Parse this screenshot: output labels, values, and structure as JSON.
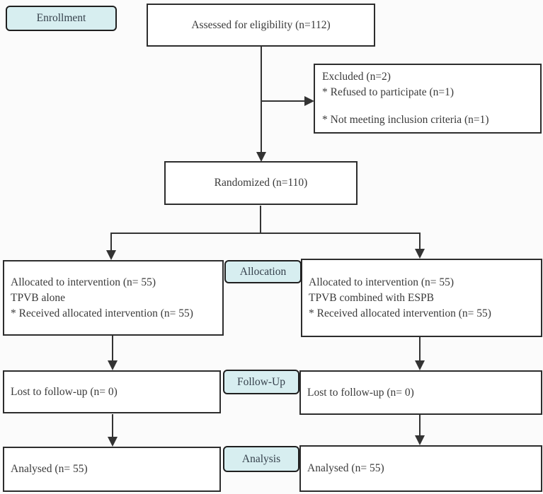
{
  "stage_labels": {
    "enrollment": "Enrollment",
    "allocation": "Allocation",
    "followup": "Follow-Up",
    "analysis": "Analysis"
  },
  "boxes": {
    "assessed": {
      "text": "Assessed for eligibility (n=112)"
    },
    "excluded": {
      "title": "Excluded (n=2)",
      "reason1": "* Refused to participate (n=1)",
      "reason2": "*  Not meeting inclusion criteria (n=1)"
    },
    "randomized": {
      "text": "Randomized (n=110)"
    },
    "allocation_left": {
      "line1": "Allocated to intervention (n= 55)",
      "line2": "TPVB alone",
      "line3": "* Received allocated intervention (n= 55)"
    },
    "allocation_right": {
      "line1": "Allocated to intervention (n= 55)",
      "line2": "TPVB combined with ESPB",
      "line3": "* Received allocated intervention (n= 55)"
    },
    "followup_left": {
      "text": "Lost to follow-up (n= 0)"
    },
    "followup_right": {
      "text": "Lost to follow-up (n= 0)"
    },
    "analysed_left": {
      "text": "Analysed (n= 55)"
    },
    "analysed_right": {
      "text": "Analysed (n= 55)"
    }
  },
  "colors": {
    "stage_fill": "#d7eef0",
    "box_border": "#2d2d2d",
    "text": "#3a3a3a",
    "connector": "#333333"
  }
}
